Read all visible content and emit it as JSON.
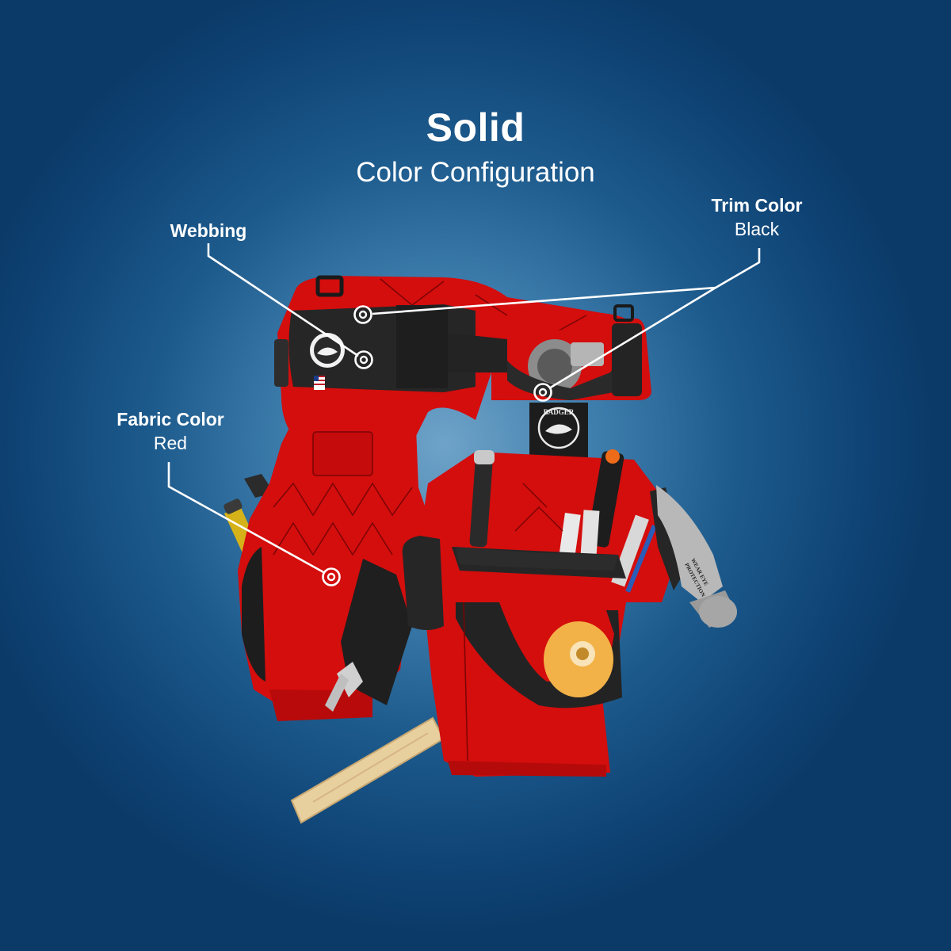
{
  "header": {
    "title": "Solid",
    "subtitle": "Color Configuration"
  },
  "callouts": {
    "webbing": {
      "label": "Webbing",
      "value": ""
    },
    "trim": {
      "label": "Trim Color",
      "value": "Black"
    },
    "fabric": {
      "label": "Fabric Color",
      "value": "Red"
    }
  },
  "product": {
    "brand_patch_text": "BADGER",
    "hammer_label_line1": "WEAR EYE",
    "hammer_label_line2": "PROTECTION"
  },
  "colors": {
    "background_center": "#6fa3c8",
    "background_edge": "#0b3a68",
    "fabric": "#d40d0d",
    "trim": "#2a2a2a",
    "text": "#ffffff"
  }
}
